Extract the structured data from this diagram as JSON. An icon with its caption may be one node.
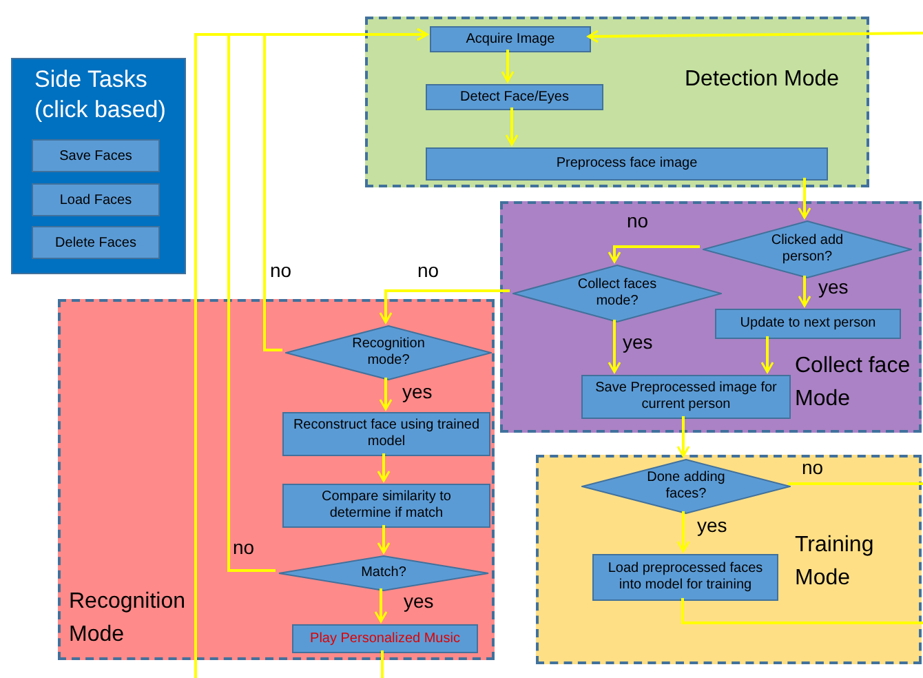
{
  "diagram": {
    "nodes": [
      {
        "text": [
          "Side Tasks (click based)"
        ]
      },
      {
        "text": [
          "Save Faces"
        ],
        "in": 0
      },
      {
        "text": [
          "Load Faces"
        ],
        "in": 0
      },
      {
        "text": [
          "Delete Faces"
        ],
        "in": 0
      },
      {
        "text": [
          "Detection Mode"
        ]
      },
      {
        "text": [
          "Acquire Image"
        ],
        "in": 4
      },
      {
        "text": [
          "Detect Face/Eyes"
        ],
        "in": 4
      },
      {
        "text": [
          "Preprocess face image"
        ],
        "in": 4
      },
      {
        "text": [
          "Collect face Mode"
        ]
      },
      {
        "text": [
          "Clicked add person?"
        ],
        "in": 8
      },
      {
        "text": [
          "Collect faces mode?"
        ],
        "in": 8
      },
      {
        "text": [
          "Update to next person"
        ],
        "in": 8
      },
      {
        "text": [
          "Save Preprocessed image for current person"
        ],
        "in": 8
      },
      {
        "text": [
          "Recognition Mode"
        ]
      },
      {
        "text": [
          "Recognition mode?"
        ],
        "in": 13
      },
      {
        "text": [
          "Reconstruct face using trained model"
        ],
        "in": 13
      },
      {
        "text": [
          "Compare similarity to determine if match"
        ],
        "in": 13
      },
      {
        "text": [
          "Match?"
        ],
        "in": 13
      },
      {
        "text": [
          "Play Personalized Music"
        ],
        "in": 13
      },
      {
        "text": [
          "Training Mode"
        ]
      },
      {
        "text": [
          "Done adding faces?"
        ],
        "in": 19
      },
      {
        "text": [
          "Load preprocessed faces into model for training"
        ],
        "in": 19
      }
    ],
    "edges": [
      {
        "from": 5,
        "to": 6,
        "arrow": "to"
      },
      {
        "from": 6,
        "to": 7,
        "arrow": "to"
      },
      {
        "from": 7,
        "to": 9,
        "arrow": "to"
      },
      {
        "from": 9,
        "to": 10,
        "arrow": "to",
        "label": "no"
      },
      {
        "from": 9,
        "to": 11,
        "arrow": "to",
        "label": "yes"
      },
      {
        "from": 10,
        "to": 14,
        "arrow": "to",
        "label": "no"
      },
      {
        "from": 10,
        "to": 12,
        "arrow": "to",
        "label": "yes"
      },
      {
        "from": 11,
        "to": 12,
        "arrow": "to"
      },
      {
        "from": 12,
        "to": 20,
        "arrow": "to"
      },
      {
        "from": 20,
        "to": 21,
        "arrow": "to",
        "label": "yes"
      },
      {
        "from": 20,
        "to": null,
        "arrow": "none",
        "label": "no"
      },
      {
        "from": 21,
        "to": null,
        "arrow": "none"
      },
      {
        "from": 14,
        "to": 15,
        "arrow": "to",
        "label": "yes"
      },
      {
        "from": 14,
        "to": 5,
        "arrow": "to",
        "label": "no"
      },
      {
        "from": 15,
        "to": 16,
        "arrow": "to"
      },
      {
        "from": 16,
        "to": 17,
        "arrow": "to"
      },
      {
        "from": 17,
        "to": 18,
        "arrow": "to",
        "label": "yes"
      },
      {
        "from": 17,
        "to": 5,
        "arrow": "to",
        "label": "no"
      },
      {
        "from": 18,
        "to": null,
        "arrow": "none"
      },
      {
        "from": null,
        "to": 5,
        "arrow": "to"
      },
      {
        "from": null,
        "to": 5,
        "arrow": "to"
      }
    ]
  }
}
